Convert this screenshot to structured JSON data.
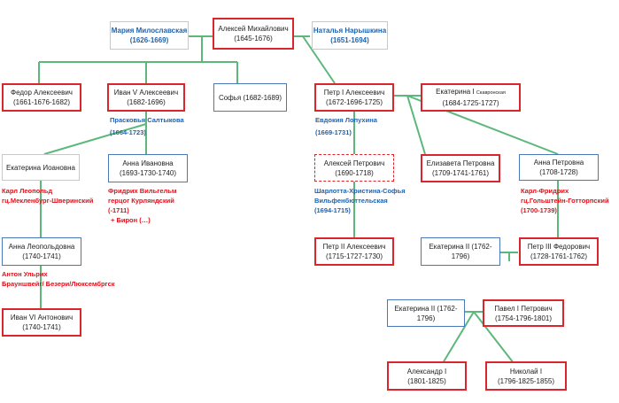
{
  "nodes": {
    "maria": {
      "name": "Мария Милославская",
      "years": "(1626-1669)"
    },
    "aleksey": {
      "name": "Алексей Михайлович",
      "years": "(1645-1676)"
    },
    "natalya": {
      "name": "Наталья Нарышкина",
      "years": "(1651-1694)"
    },
    "fedor": {
      "name": "Федор Алексеевич",
      "years": "(1661-1676-1682)"
    },
    "ivan5": {
      "name": "Иван V Алексеевич",
      "years": "(1682-1696)"
    },
    "sofya": {
      "name": "Софья (1682-1689)"
    },
    "petr1": {
      "name": "Петр I Алексеевич",
      "years": "(1672-1696-1725)"
    },
    "ekaterina1": {
      "name": "Екатерина I",
      "name_small": "Скавронская",
      "years": "(1684-1725-1727)"
    },
    "ekaterina_ivanovna": {
      "name": "Екатерина Иоановна"
    },
    "anna_ivanovna": {
      "name": "Анна Ивановна",
      "years": "(1693-1730-1740)"
    },
    "aleksey_petrovich": {
      "name": "Алексей Петрович",
      "years": "(1690-1718)"
    },
    "elizaveta": {
      "name": "Елизавета Петровна",
      "years": "(1709-1741-1761)"
    },
    "anna_petrovna": {
      "name": "Анна Петровна",
      "years": "(1708-1728)"
    },
    "anna_leopoldovna": {
      "name": "Анна Леопольдовна",
      "years": "(1740-1741)"
    },
    "petr2": {
      "name": "Петр II Алексеевич",
      "years": "(1715-1727-1730)"
    },
    "ekaterina2_a": {
      "name": "Екатерина II (1762-",
      "years": "1796)"
    },
    "petr3": {
      "name": "Петр III  Федорович",
      "years": "(1728-1761-1762)"
    },
    "ivan6": {
      "name": "Иван VI Антонович",
      "years": "(1740-1741)"
    },
    "ekaterina2_b": {
      "name": "Екатерина II (1762-",
      "years": "1796)"
    },
    "pavel1": {
      "name": "Павел I Петрович",
      "years": "(1754-1796-1801)"
    },
    "aleksandr1": {
      "name": "Александр I",
      "years": "(1801-1825)"
    },
    "nikolay1": {
      "name": "Николай I",
      "years": "(1796-1825-1855)"
    }
  },
  "labels": {
    "praskovya": {
      "line1": "Прасковья Салтыкова",
      "line2": "(1664-1723)"
    },
    "evdokiya": {
      "line1": "Евдокия Лопухина",
      "line2": "(1669-1731)"
    },
    "karl_leopold": {
      "line1": "Карл Леопольд",
      "line2": "гц.Мекленбург-Шверинский"
    },
    "fridrikh": {
      "line1": "Фридрих Вильгельм",
      "line2": "герцог Курляндский",
      "line3": "(-1711)",
      "line4": "+ Бирон (…)"
    },
    "sharlotta": {
      "line1": "Шарлотта-Христина-Софья",
      "line2": "Вильфенбюттельская",
      "line3": "(1694-1715)"
    },
    "karl_fridrikh": {
      "line1": "Карл-Фридрих",
      "line2": "гц.Гольштейн-Готторпский",
      "line3": "(1700-1739)"
    },
    "anton": {
      "line1": "Антон Ульрих",
      "line2": "Брауншвейг/ Безери/Люксембргск"
    }
  },
  "colors": {
    "king_border": "#d9262c",
    "consort_border": "#4a78b8",
    "link": "#5cb87a",
    "spouse_red": "#e0101a",
    "spouse_blue": "#1e63b0"
  }
}
